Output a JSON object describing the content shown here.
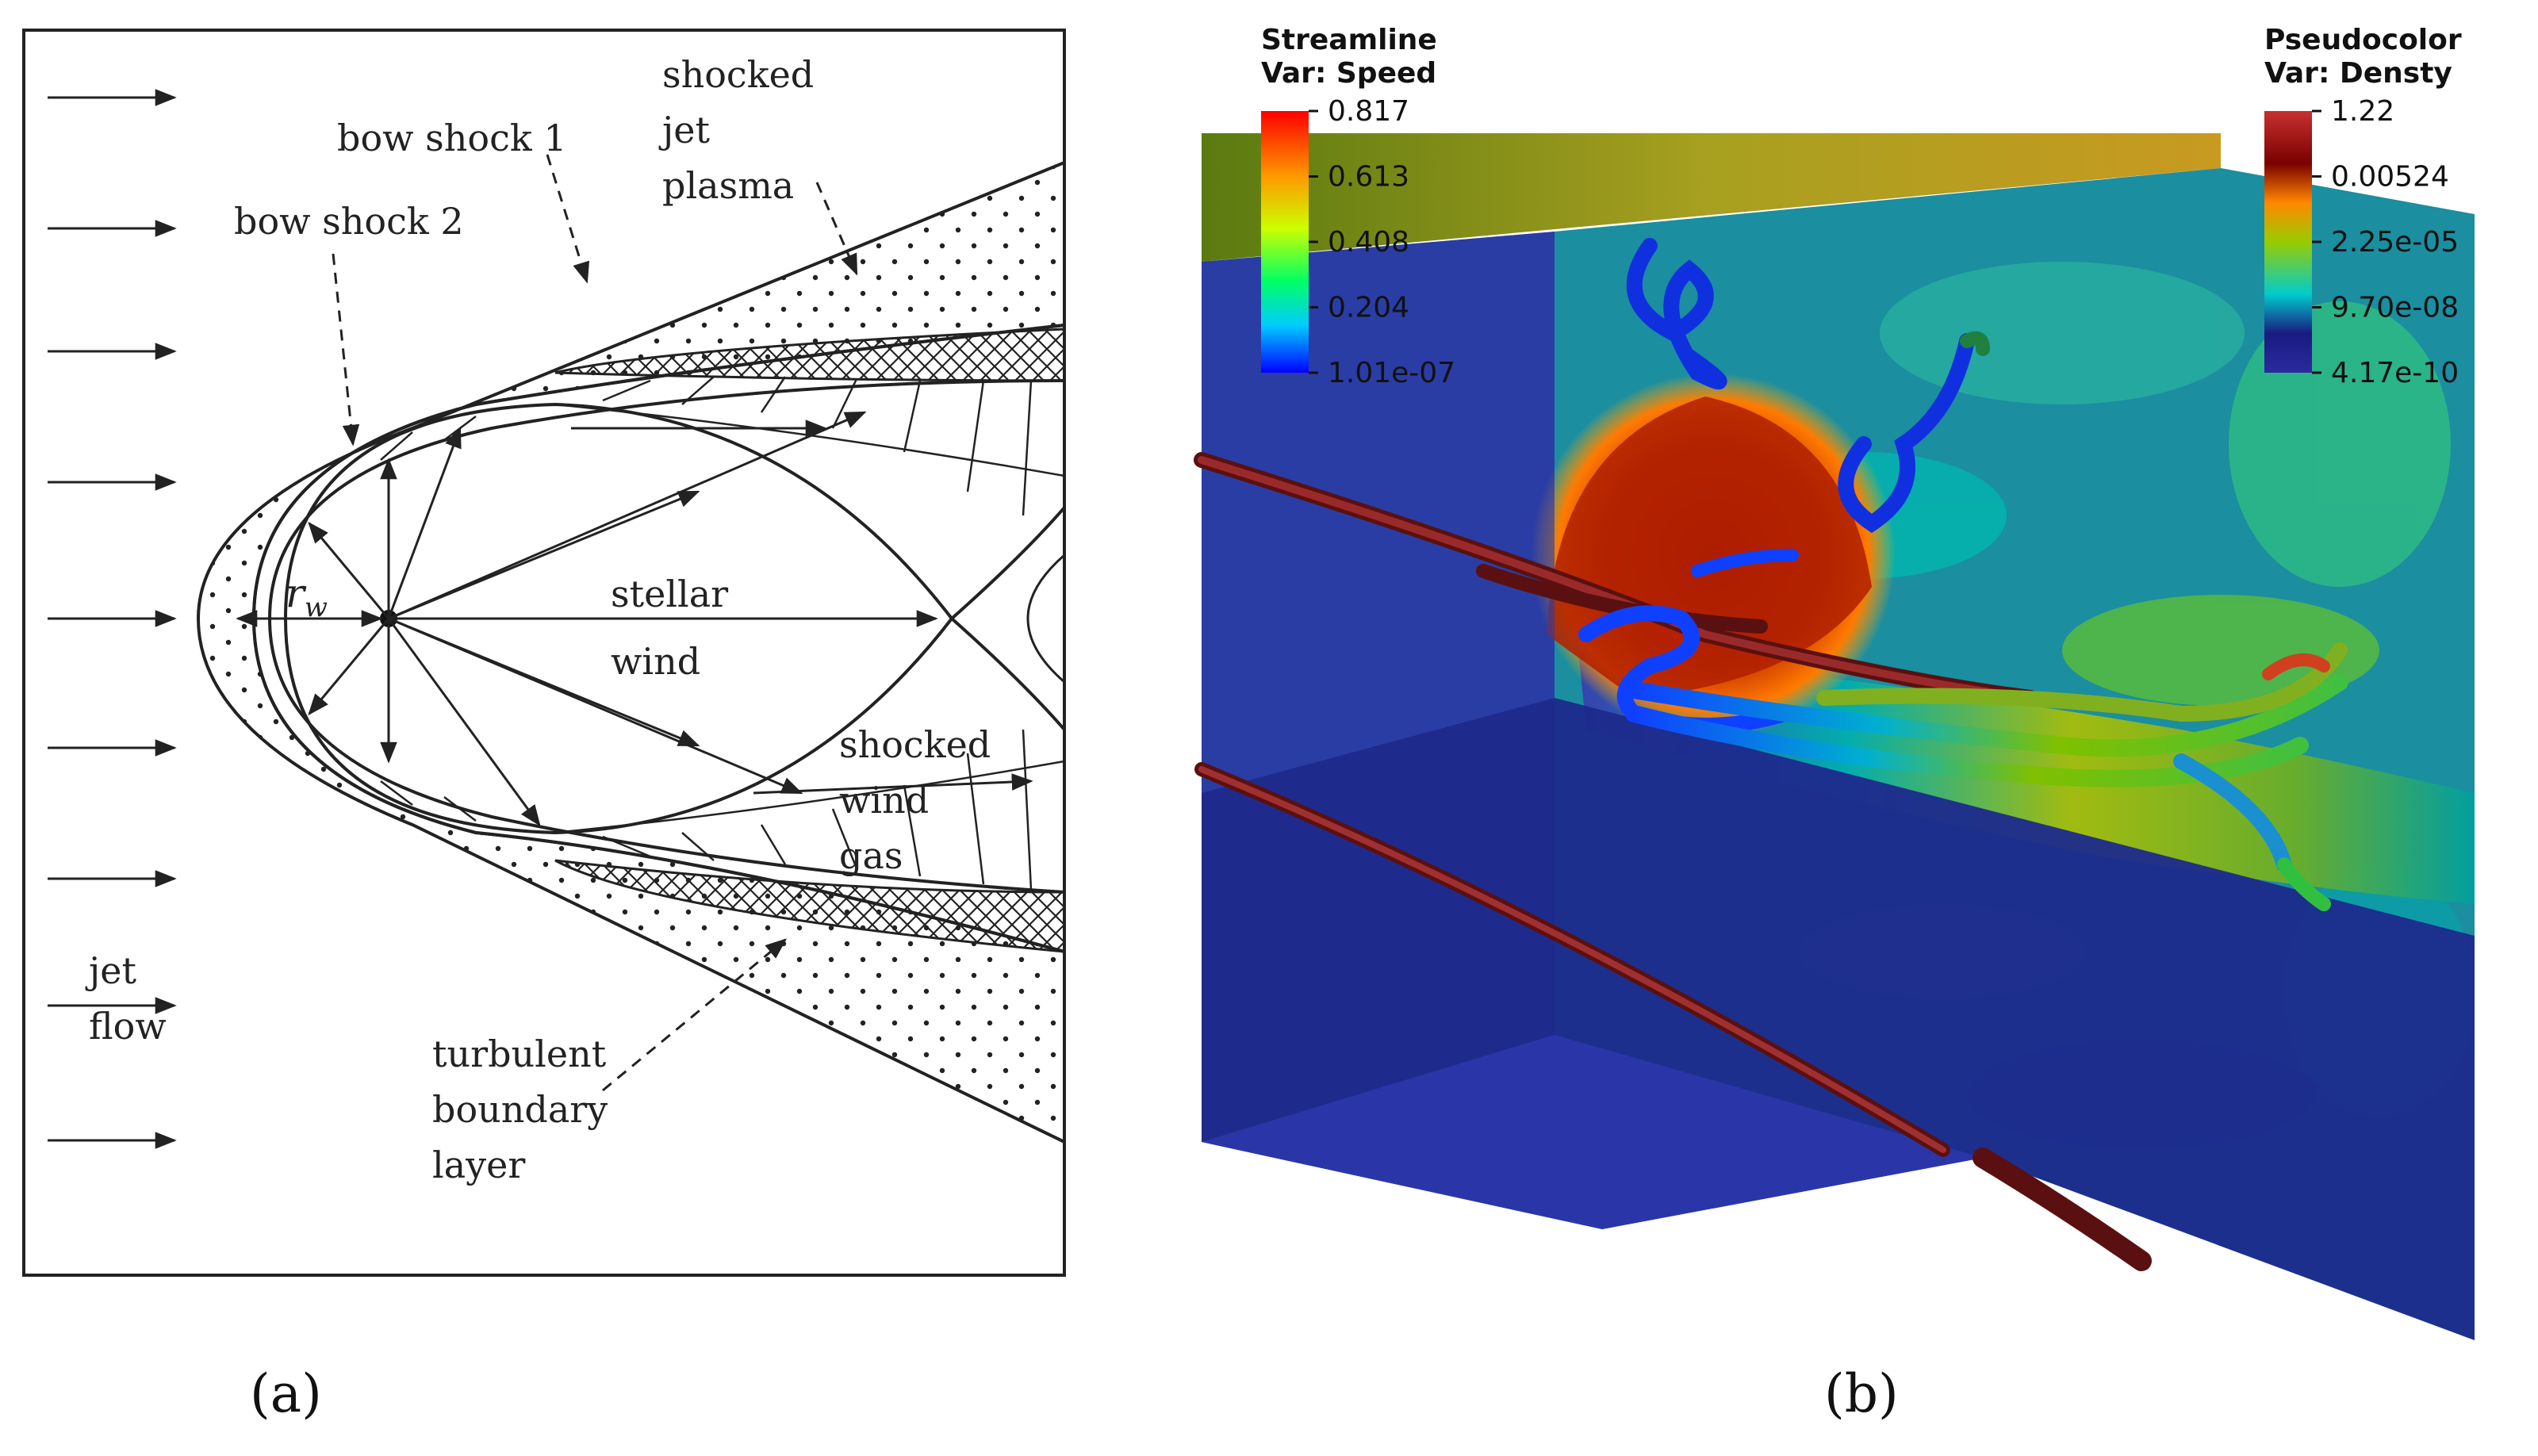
{
  "panel_a": {
    "caption": "(a)",
    "labels": {
      "shocked_jet_plasma": [
        "shocked",
        "jet",
        "plasma"
      ],
      "bow_shock_1": "bow shock 1",
      "bow_shock_2": "bow shock 2",
      "r_w": "r",
      "r_w_sub": "w",
      "stellar_wind": [
        "stellar",
        "wind"
      ],
      "shocked_wind_gas": [
        "shocked",
        "wind",
        "gas"
      ],
      "jet_flow": [
        "jet",
        "flow"
      ],
      "turbulent_boundary_layer": [
        "turbulent",
        "boundary",
        "layer"
      ]
    }
  },
  "panel_b": {
    "caption": "(b)",
    "streamline_legend": {
      "title": [
        "Streamline",
        "Var: Speed"
      ],
      "ticks": [
        "0.817",
        "0.613",
        "0.408",
        "0.204",
        "1.01e-07"
      ],
      "colors": [
        "#ff0000",
        "#ff9900",
        "#ccff00",
        "#00ff66",
        "#00ccff",
        "#0000ff"
      ]
    },
    "density_legend": {
      "title": [
        "Pseudocolor",
        "Var: Densty"
      ],
      "ticks": [
        "1.22",
        "0.00524",
        "2.25e-05",
        "9.70e-08",
        "4.17e-10"
      ],
      "colors": [
        "#c83030",
        "#7a0000",
        "#ff8800",
        "#99cc00",
        "#00cccc",
        "#1a1a80",
        "#2a2aa0"
      ]
    }
  }
}
